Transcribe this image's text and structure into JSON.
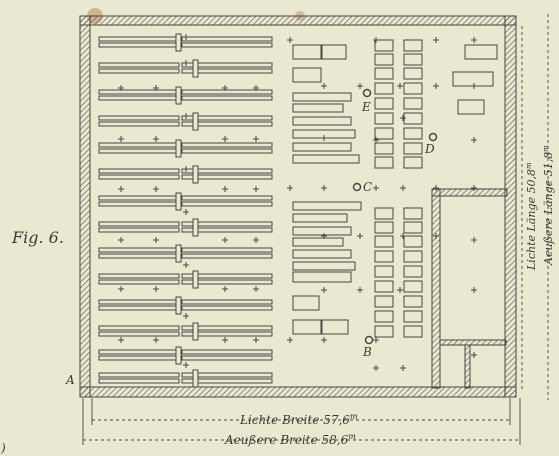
{
  "figure": {
    "label": "Fig. 6.",
    "points": {
      "a": "A",
      "b": "B",
      "c": "C",
      "d": "D",
      "e": "E"
    },
    "dimensions": {
      "inner_width": "Lichte Breite 57,6",
      "inner_width_unit": "m",
      "outer_width": "Aeußere Breite 58,6",
      "outer_width_unit": "m",
      "inner_length": "Lichte Länge 50,8",
      "inner_length_unit": "m",
      "outer_length": "Aeußere Länge 51,8",
      "outer_length_unit": "m"
    },
    "margin_mark": ")"
  },
  "colors": {
    "paper": "#ebe8d2",
    "ink": "#4a4540",
    "hatch": "#6b6258",
    "stain": "#b08a5a"
  }
}
